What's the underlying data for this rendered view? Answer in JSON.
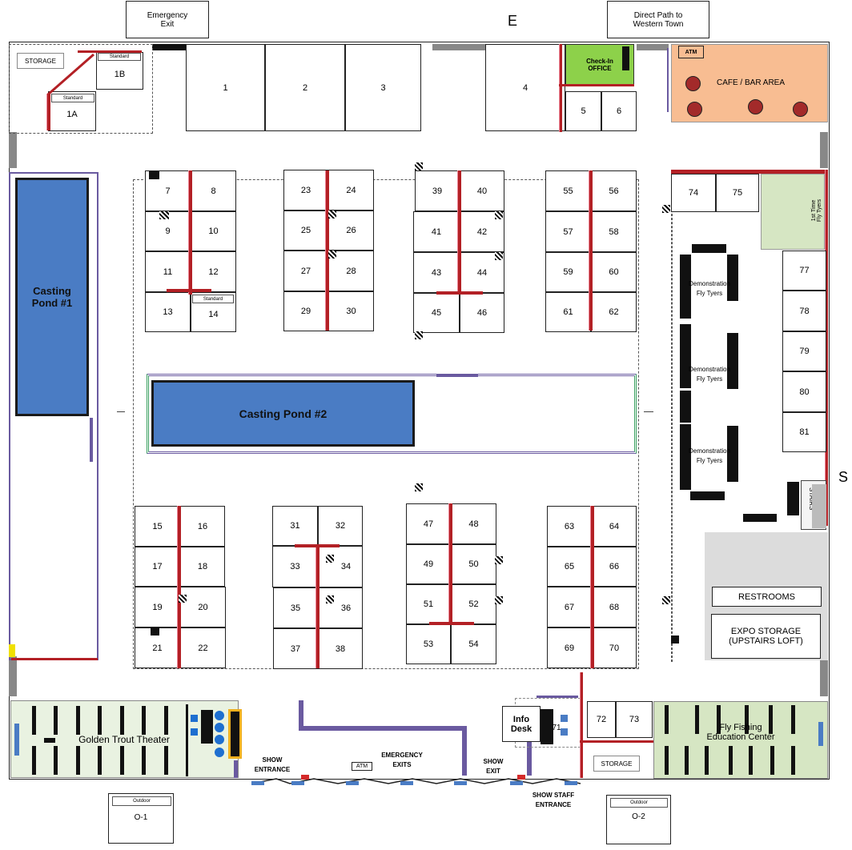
{
  "top_labels": {
    "emergency_exit": "Emergency\nExit",
    "compass_e": "E",
    "direct_path": "Direct Path to\nWestern Town",
    "compass_s": "S"
  },
  "rooms": {
    "storage_nw": "STORAGE",
    "check_in": "Check-In\nOFFICE",
    "atm_top": "ATM",
    "cafe": "CAFE / BAR AREA",
    "casting_pond_1": "Casting\nPond #1",
    "casting_pond_2": "Casting Pond #2",
    "first_time_fly_tyers": "1st Time\nFly Tyers",
    "demo_1": "Demonstration\nFly Tyers",
    "demo_2": "Demonstration\nFly Tyers",
    "demo_3": "Demonstration\nFly Tyers",
    "stairs": "STAIRS",
    "restrooms": "RESTROOMS",
    "expo_storage": "EXPO STORAGE\n(UPSTAIRS LOFT)",
    "theater": "Golden Trout Theater",
    "show_entrance": "SHOW\nENTRANCE",
    "atm_bottom": "ATM",
    "emergency_exits": "EMERGENCY\nEXITS",
    "show_exit": "SHOW\nEXIT",
    "show_staff_entrance": "SHOW STAFF\nENTRANCE",
    "info_desk": "Info\nDesk",
    "storage_south": "STORAGE",
    "education_center": "Fly Fishing\nEducation Center",
    "outdoor_tag": "Outdoor",
    "standard_tag": "Standard",
    "o1": "O-1",
    "o2": "O-2"
  },
  "booths": {
    "b1A": "1A",
    "b1B": "1B",
    "b1": "1",
    "b2": "2",
    "b3": "3",
    "b4": "4",
    "b5": "5",
    "b6": "6",
    "b7": "7",
    "b8": "8",
    "b9": "9",
    "b10": "10",
    "b11": "11",
    "b12": "12",
    "b13": "13",
    "b14": "14",
    "b15": "15",
    "b16": "16",
    "b17": "17",
    "b18": "18",
    "b19": "19",
    "b20": "20",
    "b21": "21",
    "b22": "22",
    "b23": "23",
    "b24": "24",
    "b25": "25",
    "b26": "26",
    "b27": "27",
    "b28": "28",
    "b29": "29",
    "b30": "30",
    "b31": "31",
    "b32": "32",
    "b33": "33",
    "b34": "34",
    "b35": "35",
    "b36": "36",
    "b37": "37",
    "b38": "38",
    "b39": "39",
    "b40": "40",
    "b41": "41",
    "b42": "42",
    "b43": "43",
    "b44": "44",
    "b45": "45",
    "b46": "46",
    "b47": "47",
    "b48": "48",
    "b49": "49",
    "b50": "50",
    "b51": "51",
    "b52": "52",
    "b53": "53",
    "b54": "54",
    "b55": "55",
    "b56": "56",
    "b57": "57",
    "b58": "58",
    "b59": "59",
    "b60": "60",
    "b61": "61",
    "b62": "62",
    "b63": "63",
    "b64": "64",
    "b65": "65",
    "b66": "66",
    "b67": "67",
    "b68": "68",
    "b69": "69",
    "b70": "70",
    "b71": "71",
    "b72": "72",
    "b73": "73",
    "b74": "74",
    "b75": "75",
    "b77": "77",
    "b78": "78",
    "b79": "79",
    "b80": "80",
    "b81": "81"
  },
  "colors": {
    "pond": "#4a7cc4",
    "cafe": "#f8bd92",
    "check_in": "#8dd14a",
    "theater": "#e9f2e1",
    "education": "#d6e6c3",
    "restroom_area": "#dcdcdc",
    "aisle_line": "#b32025"
  }
}
